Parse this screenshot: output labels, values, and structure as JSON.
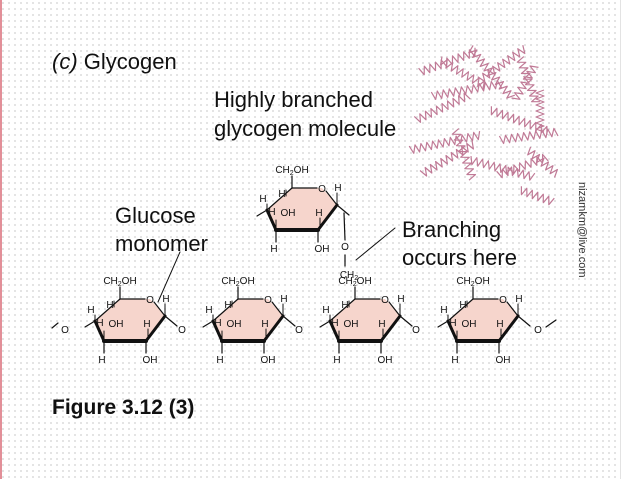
{
  "panel_letter": "(c)",
  "panel_name": "Glycogen",
  "branched_label": [
    "Highly branched",
    "glycogen molecule"
  ],
  "glucose_label": [
    "Glucose",
    "monomer"
  ],
  "branching_label": [
    "Branching",
    "occurs here"
  ],
  "figure_caption": "Figure 3.12 (3)",
  "watermark_email": "nizamkm@live.com",
  "atoms": {
    "ch2oh": "CH2OH",
    "ch2": "CH2",
    "h": "H",
    "oh": "OH",
    "o": "O"
  },
  "colors": {
    "ring_fill": "#f6d5cc",
    "squiggle": "#c07a96",
    "accent_stripe": "#e28f98"
  }
}
